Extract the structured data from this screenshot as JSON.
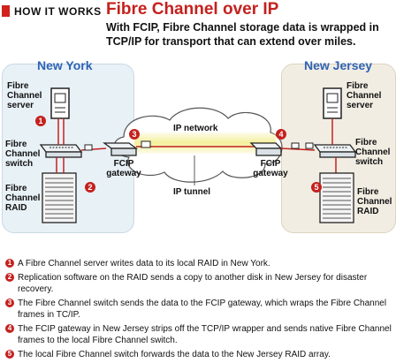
{
  "header": {
    "section_tag": "HOW IT WORKS",
    "title": "Fibre Channel over IP",
    "subtitle": "With FCIP, Fibre Channel storage data is wrapped in TCP/IP for transport that can extend over miles."
  },
  "sites": {
    "left": "New York",
    "right": "New Jersey"
  },
  "labels": {
    "ny_server": "Fibre Channel server",
    "ny_switch": "Fibre Channel switch",
    "ny_raid": "Fibre Channel RAID",
    "ny_gateway": "FCIP gateway",
    "network": "IP network",
    "tunnel": "IP tunnel",
    "nj_gateway": "FCIP gateway",
    "nj_server": "Fibre Channel server",
    "nj_switch": "Fibre Channel switch",
    "nj_raid": "Fibre Channel RAID"
  },
  "steps": [
    {
      "n": "1",
      "text": "A Fibre Channel server writes data to its local RAID in New York."
    },
    {
      "n": "2",
      "text": "Replication software on the RAID sends a copy to another disk in New Jersey for disaster recovery."
    },
    {
      "n": "3",
      "text": "The Fibre Channel switch sends the data to the FCIP gateway, which wraps the Fibre Channel frames in TC/IP."
    },
    {
      "n": "4",
      "text": "The FCIP gateway in New Jersey strips off the TCP/IP wrapper and sends native Fibre Channel frames to the local Fibre Channel switch."
    },
    {
      "n": "5",
      "text": "The local Fibre Channel switch forwards the data to the New Jersey RAID array."
    }
  ],
  "colors": {
    "accent": "#c4211e",
    "city": "#2f63b4",
    "ny_panel": "#e8f1f6",
    "nj_panel": "#f2ede3",
    "tunnel": "#f3ef9a"
  }
}
